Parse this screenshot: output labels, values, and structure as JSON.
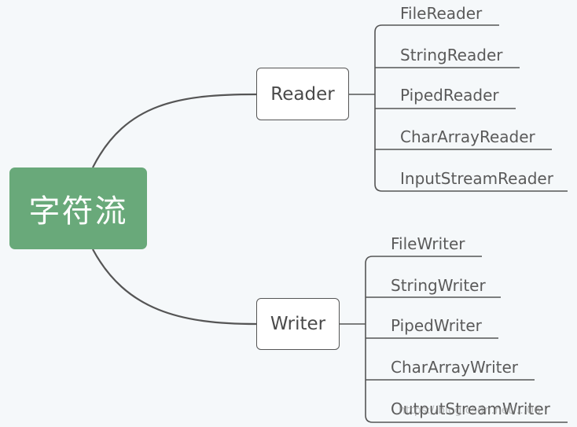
{
  "root": {
    "label": "字符流"
  },
  "branches": [
    {
      "label": "Reader",
      "children": [
        "FileReader",
        "StringReader",
        "PipedReader",
        "CharArrayReader",
        "InputStreamReader"
      ]
    },
    {
      "label": "Writer",
      "children": [
        "FileWriter",
        "StringWriter",
        "PipedWriter",
        "CharArrayWriter",
        "OutputStreamWriter"
      ]
    }
  ],
  "watermark": "https://blog.csdn.net/...06",
  "colors": {
    "root": "#69a97a",
    "line": "#555555",
    "text": "#5a5a5a",
    "background": "#f5f8fa"
  }
}
